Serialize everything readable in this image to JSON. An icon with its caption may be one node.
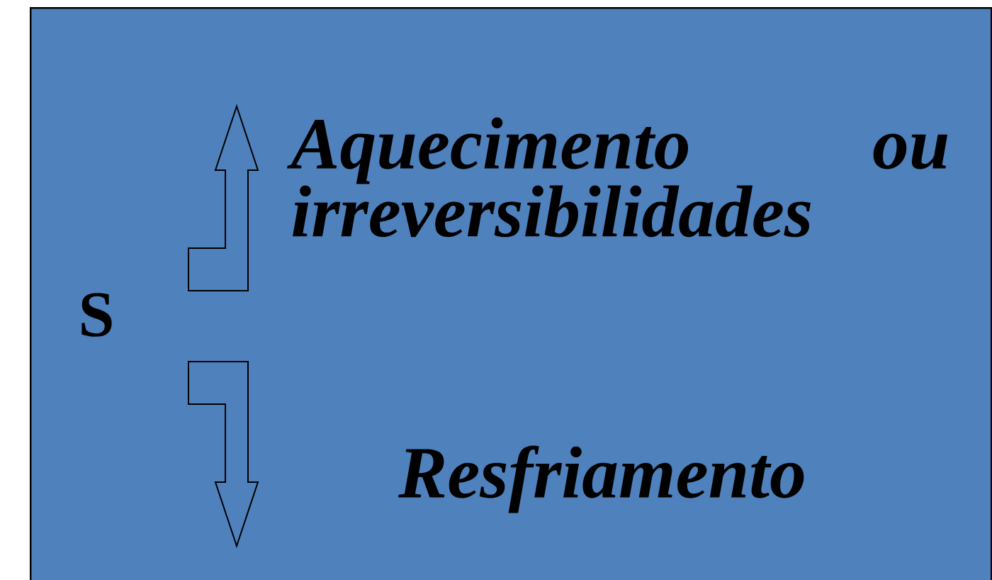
{
  "diagram": {
    "nodes": [
      {
        "text": [
          "S",
          "Aquecimento ou irreversibilidades",
          "Resfriamento"
        ]
      }
    ]
  }
}
